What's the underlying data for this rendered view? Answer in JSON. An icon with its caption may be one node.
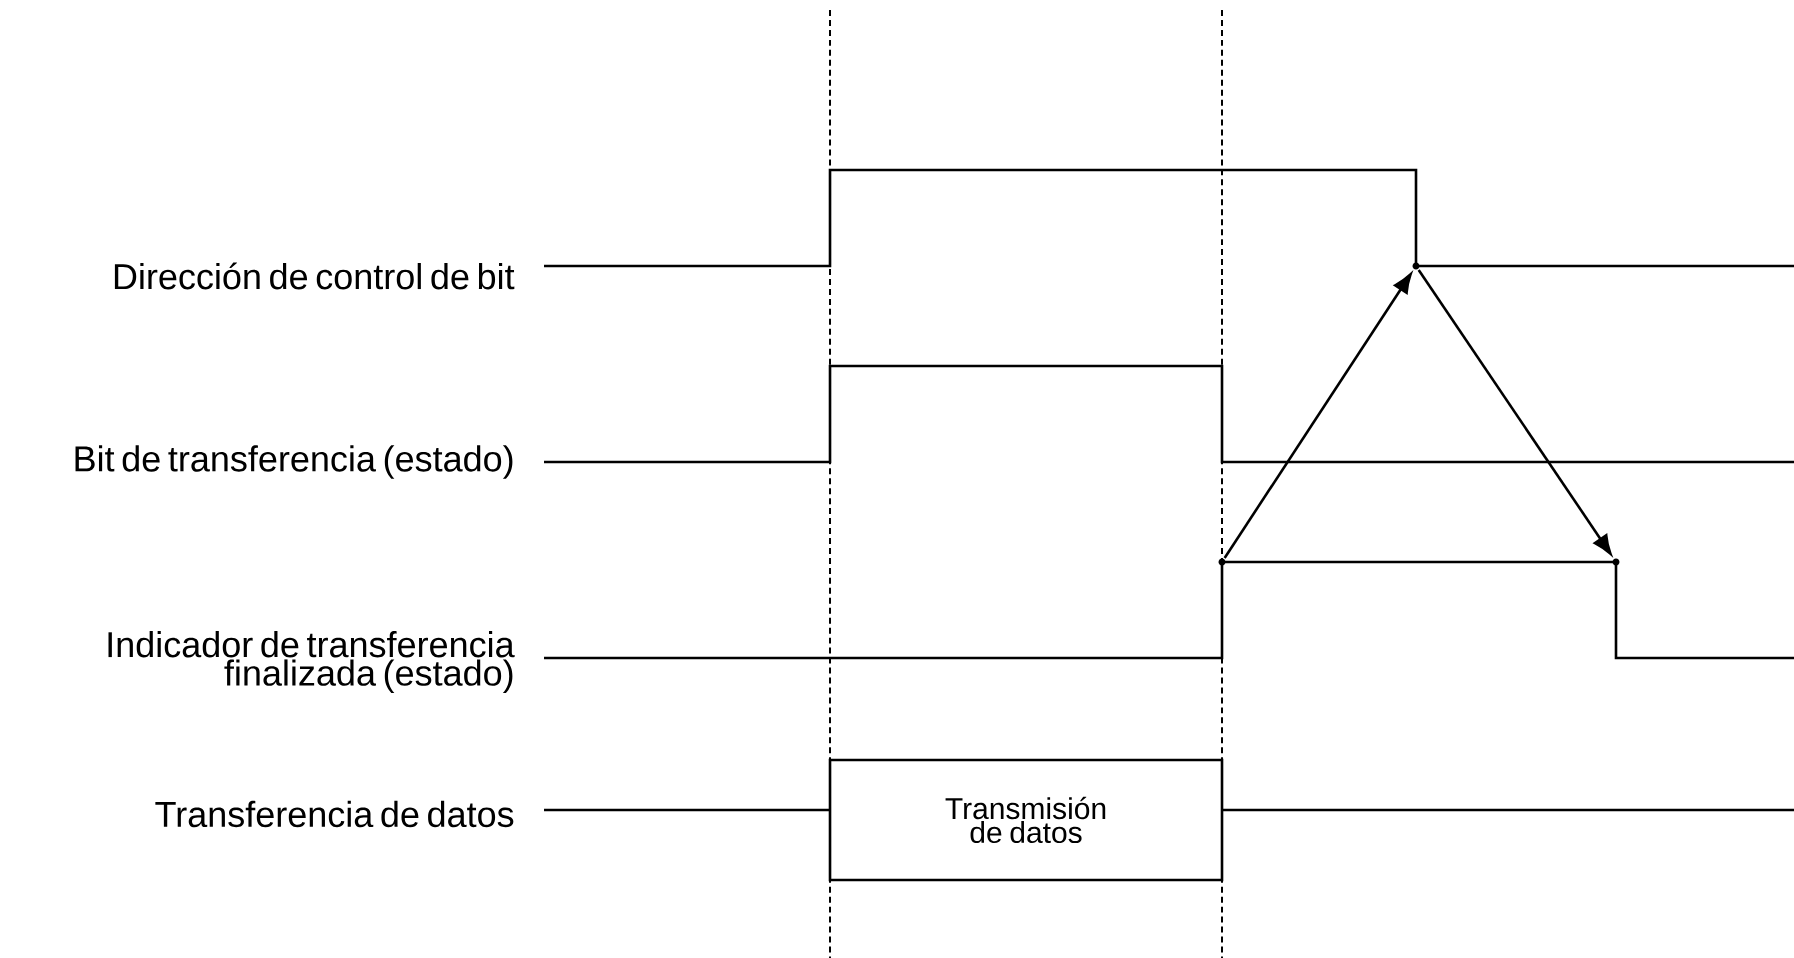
{
  "diagram": {
    "nodes": [
      {
        "text": [
          "Transmisión de datos"
        ]
      },
      {
        "text": [],
        "shape": "point"
      },
      {
        "text": [],
        "shape": "point"
      },
      {
        "text": [],
        "shape": "point"
      }
    ],
    "edges": [
      {
        "from": 1,
        "to": 2,
        "arrow": "to"
      },
      {
        "from": 2,
        "to": 3,
        "arrow": "to"
      }
    ],
    "labels": [
      "Dirección de control de bit",
      "Bit de transferencia (estado)",
      "Indicador de transferencia finalizada (estado)",
      "Transferencia de datos"
    ]
  }
}
